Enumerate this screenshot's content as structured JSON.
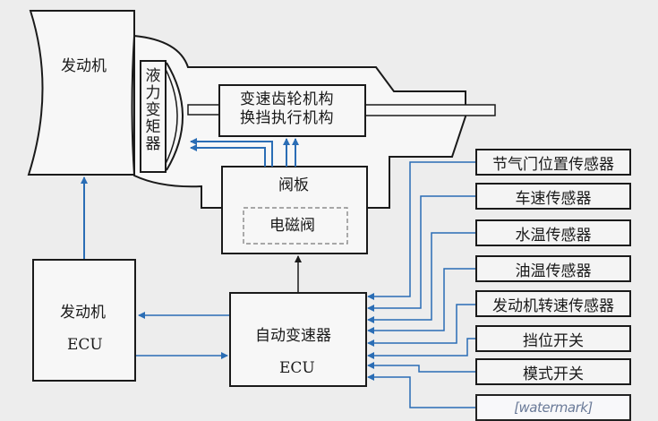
{
  "engine": {
    "label": "发动机"
  },
  "torque_converter": {
    "label": "液力变矩器"
  },
  "gearbox": {
    "line1": "变速齿轮机构",
    "line2": "换挡执行机构"
  },
  "valve_body": {
    "label": "阀板",
    "solenoid": "电磁阀"
  },
  "engine_ecu": {
    "line1": "发动机",
    "line2": "ECU"
  },
  "transmission_ecu": {
    "line1": "自动变速器",
    "line2": "ECU"
  },
  "sensors": [
    {
      "label": "节气门位置传感器"
    },
    {
      "label": "车速传感器"
    },
    {
      "label": "水温传感器"
    },
    {
      "label": "油温传感器"
    },
    {
      "label": "发动机转速传感器"
    },
    {
      "label": "挡位开关"
    },
    {
      "label": "模式开关"
    },
    {
      "label": "[watermark]"
    }
  ],
  "colors": {
    "signal_line": "#2a6db5",
    "outline": "#1a1a1a"
  }
}
